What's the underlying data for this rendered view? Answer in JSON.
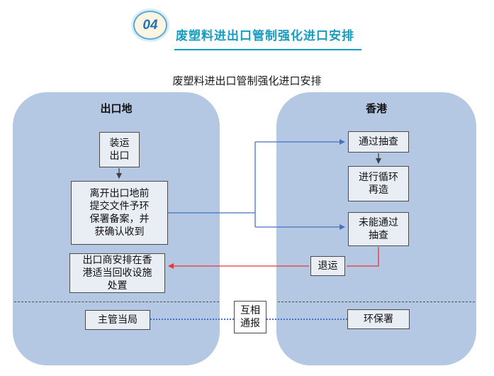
{
  "header": {
    "badge_number": "04",
    "title": "废塑料进出口管制强化进口安排"
  },
  "diagram": {
    "title": "废塑料进出口管制强化进口安排",
    "left_panel": {
      "title": "出口地",
      "shipment": "装运出口",
      "submit_docs": "离开出口地前提交文件予环保署备案，并获确认收到",
      "exporter_arrange": "出口商安排在香港适当回收设施处置",
      "authority": "主管当局"
    },
    "right_panel": {
      "title": "香港",
      "pass_inspection": "通过抽查",
      "recycle": "进行循环再造",
      "fail_inspection": "未能通过抽查",
      "return_shipment": "退运",
      "epd": "环保署"
    },
    "middle": {
      "mutual_notify": "互相通报"
    }
  },
  "colors": {
    "accent_teal": "#169cc0",
    "panel_fill": "#b5c8e3",
    "node_fill": "#e9edf4",
    "connector_blue": "#4472c4",
    "connector_red": "#e53935",
    "connector_dark": "#404040"
  }
}
